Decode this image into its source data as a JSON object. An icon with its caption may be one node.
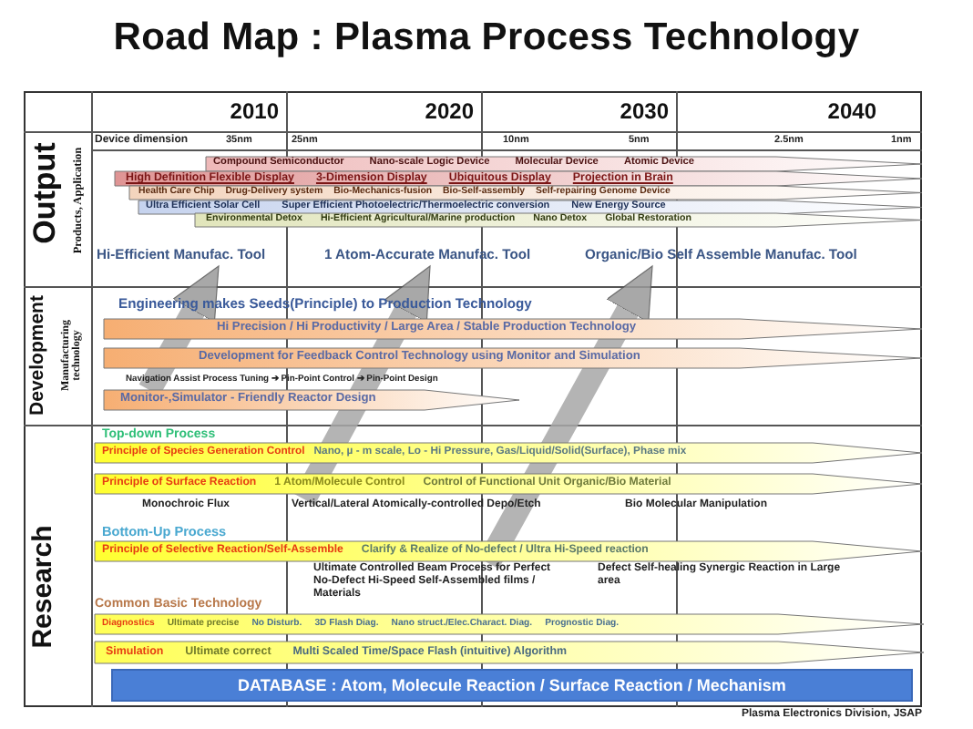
{
  "diagram": {
    "title": "Road Map : Plasma Process Technology",
    "caption": "Plasma Electronics Division, JSAP",
    "nodes": [
      {
        "text": [
          "Compound Semiconductor",
          "Nano-scale Logic Device",
          "Molecular Device",
          "Atomic Device"
        ]
      },
      {
        "text": [
          "High Definition Flexible Display",
          "3-Dimension Display",
          "Ubiquitous Display",
          "Projection in Brain"
        ]
      },
      {
        "text": [
          "Health Care Chip",
          "Drug-Delivery system",
          "Bio-Mechanics-fusion",
          "Bio-Self-assembly",
          "Self-repairing Genome Device"
        ]
      },
      {
        "text": [
          "Ultra Efficient Solar Cell",
          "Super Efficient Photoelectric/Thermoelectric conversion",
          "New Energy Source"
        ]
      },
      {
        "text": [
          "Environmental Detox",
          "Hi-Efficient Agricultural/Marine production",
          "Nano Detox",
          "Global Restoration"
        ]
      },
      {
        "text": [
          "Hi-Efficient Manufac. Tool"
        ]
      },
      {
        "text": [
          "1 Atom-Accurate Manufac. Tool"
        ]
      },
      {
        "text": [
          "Organic/Bio Self Assemble Manufac. Tool"
        ]
      },
      {
        "text": [
          "Hi Precision / Hi Productivity / Large Area / Stable Production Technology"
        ]
      },
      {
        "text": [
          "Development for Feedback Control Technology using Monitor and Simulation"
        ]
      },
      {
        "text": [
          "Monitor-,Simulator - Friendly Reactor Design"
        ]
      },
      {
        "text": [
          "Principle of Species Generation Control",
          "Nano, µ - m scale, Lo - Hi Pressure, Gas/Liquid/Solid(Surface), Phase mix"
        ]
      },
      {
        "text": [
          "Principle of Surface Reaction",
          "1 Atom/Molecule Control",
          "Control of Functional Unit Organic/Bio Material"
        ]
      },
      {
        "text": [
          "Monochroic Flux"
        ]
      },
      {
        "text": [
          "Vertical/Lateral Atomically-controlled Depo/Etch"
        ]
      },
      {
        "text": [
          "Principle of Selective Reaction/Self-Assemble",
          "Clarify & Realize of No-defect / Ultra Hi-Speed reaction"
        ]
      },
      {
        "text": [
          "Ultimate Controlled Beam Process for Perfect No-Defect Hi-Speed Self-Assembled films / Materials"
        ]
      },
      {
        "text": [
          "Diagnostics",
          "Ultimate precise",
          "No Disturb.",
          "3D Flash Diag.",
          "Nano struct./Elec.Charact. Diag.",
          "Prognostic Diag."
        ]
      },
      {
        "text": [
          "Simulation",
          "Ultimate correct",
          "Multi Scaled Time/Space Flash (intuitive) Algorithm"
        ]
      },
      {
        "text": [
          "DATABASE : Atom, Molecule Reaction / Surface Reaction / Mechanism"
        ]
      }
    ],
    "edges": [
      {
        "from": 10,
        "to": 5,
        "arrow": "to"
      },
      {
        "from": 14,
        "to": 6,
        "arrow": "to"
      },
      {
        "from": 16,
        "to": 7,
        "arrow": "to"
      }
    ],
    "labels": [
      "2010",
      "2020",
      "2030",
      "2040",
      "Output",
      "Products, Application",
      "Device dimension",
      "35nm",
      "25nm",
      "10nm",
      "5nm",
      "2.5nm",
      "1nm",
      "Development",
      "Manufacturing technology",
      "Engineering makes Seeds(Principle) to Production Technology",
      "Navigation Assist Process Tuning ➔ Pin-Point Control ➔ Pin-Point Design",
      "Research",
      "Top-down Process",
      "Bio Molecular Manipulation",
      "Bottom-Up Process",
      "Defect Self-healing Synergic Reaction in Large area",
      "Common Basic Technology"
    ]
  }
}
